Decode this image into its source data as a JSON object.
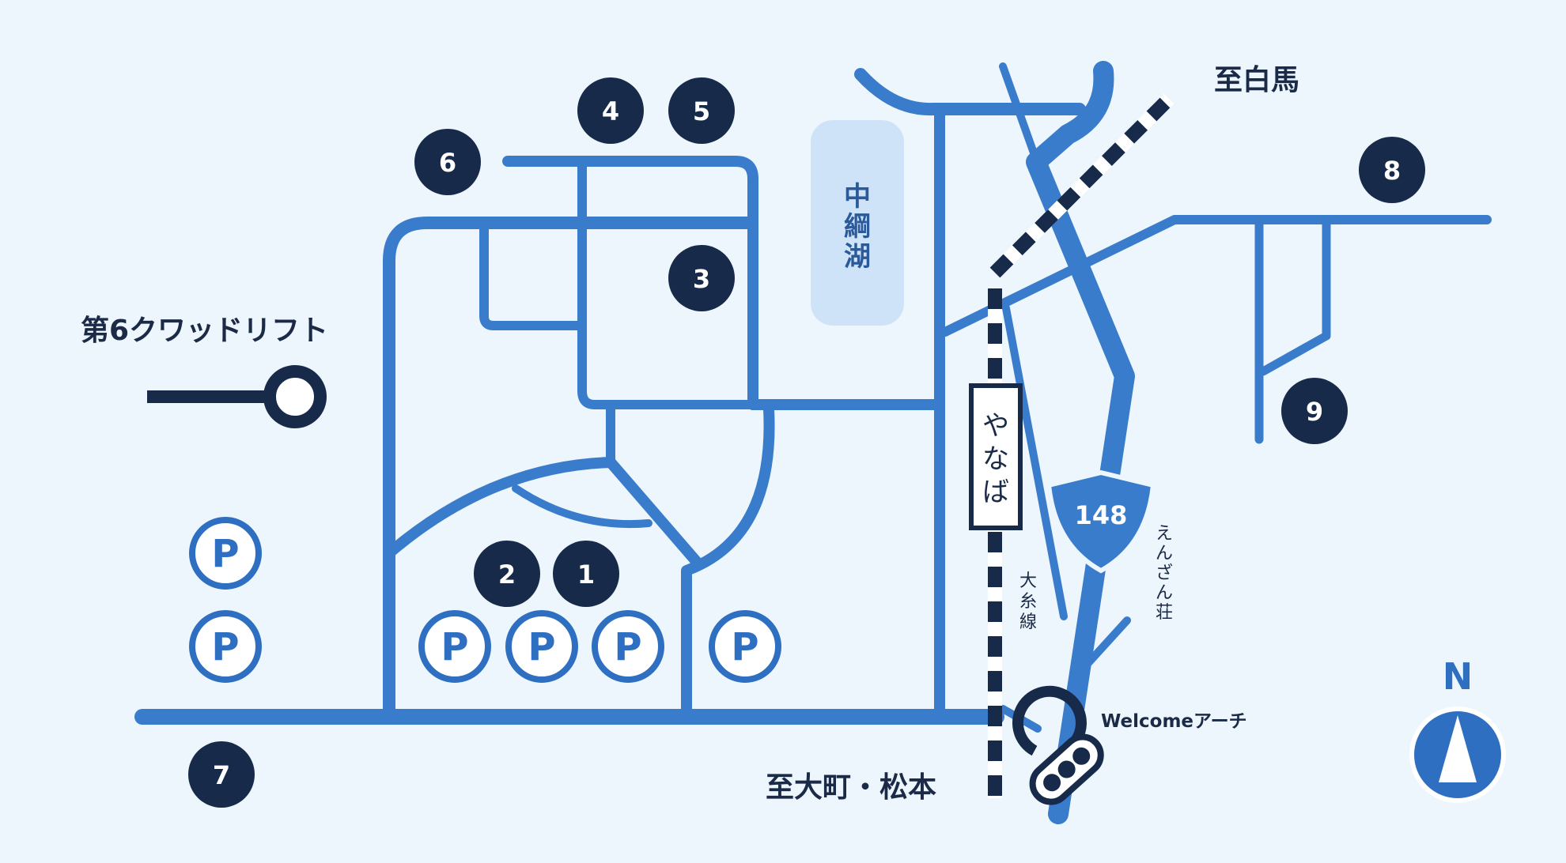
{
  "colors": {
    "background": "#eef6fd",
    "road": "#3a7ccc",
    "marker": "#172a4a",
    "lake": "#cfe3f8",
    "parking": "#2f6fc1"
  },
  "markers": [
    "1",
    "2",
    "3",
    "4",
    "5",
    "6",
    "7",
    "8",
    "9"
  ],
  "parking_symbol": "P",
  "lake_label": [
    "中",
    "綱",
    "湖"
  ],
  "lift_label": "第6クワッドリフト",
  "station_label": [
    "や",
    "な",
    "ば"
  ],
  "line_label": [
    "大",
    "糸",
    "線"
  ],
  "inn_label": [
    "え",
    "ん",
    "ざ",
    "ん",
    "荘"
  ],
  "route_number": "148",
  "to_hakuba": "至白馬",
  "to_omachi": "至大町・松本",
  "welcome_arch": "Welcomeアーチ",
  "north": "N",
  "icons": [
    "ski-lift-icon",
    "parking-icon",
    "traffic-light-icon",
    "north-arrow-icon",
    "route-shield-icon"
  ]
}
